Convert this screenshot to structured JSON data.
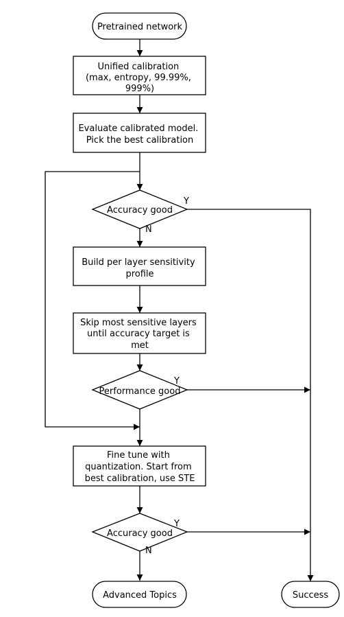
{
  "nodes": {
    "start": "Pretrained network",
    "calib": [
      "Unified calibration",
      "(max, entropy, 99.99%,",
      "999%)"
    ],
    "evaluate": [
      "Evaluate calibrated model.",
      "Pick the best calibration"
    ],
    "decision1": "Accuracy good",
    "profile": [
      "Build per layer sensitivity",
      "profile"
    ],
    "skip": [
      "Skip most sensitive layers",
      "until accuracy target is",
      "met"
    ],
    "decision2": "Performance good",
    "finetune": [
      "Fine tune with",
      "quantization. Start from",
      "best calibration, use STE"
    ],
    "decision3": "Accuracy good",
    "advanced": "Advanced Topics",
    "success": "Success"
  },
  "edge_labels": {
    "d1_yes": "Y",
    "d1_no": "N",
    "d2_yes": "Y",
    "d3_yes": "Y",
    "d3_no": "N"
  }
}
